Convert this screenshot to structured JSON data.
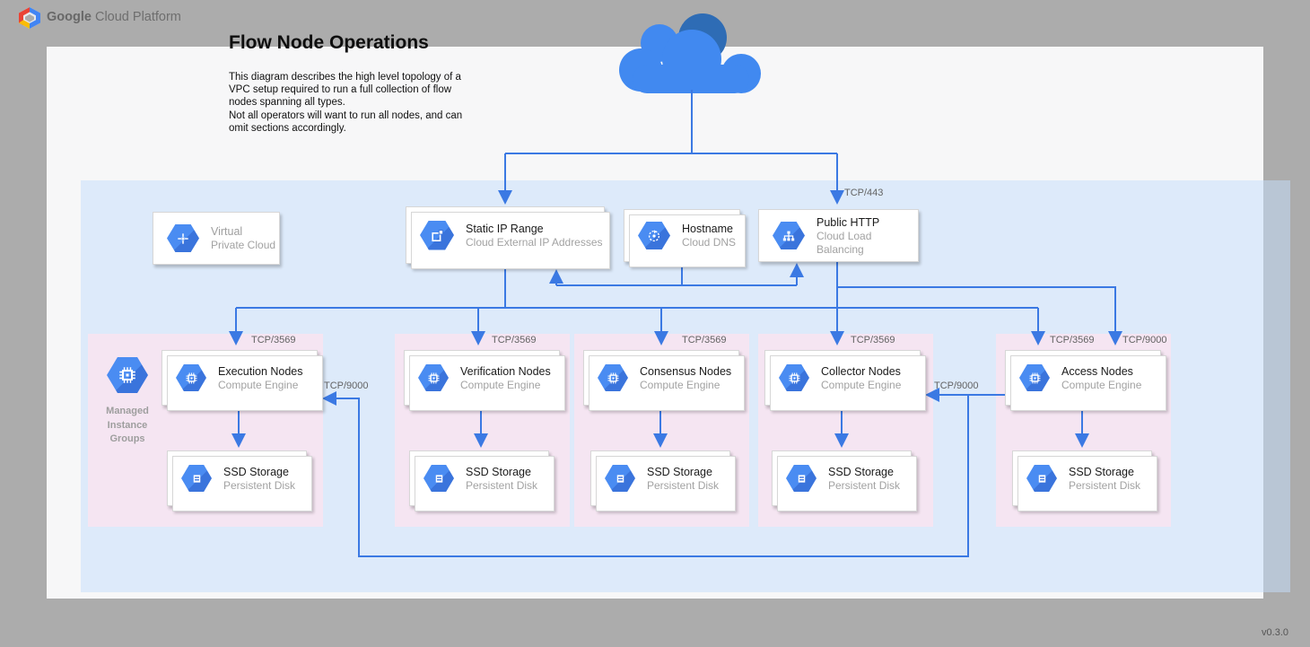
{
  "header": {
    "brand_bold": "Google",
    "brand_rest": " Cloud Platform"
  },
  "canvas": {
    "title": "Flow Node Operations",
    "description_p1": "This diagram describes the high level topology of a VPC setup required to run a full collection of flow nodes spanning all types.",
    "description_p2": "Not all operators will want to run all nodes, and can omit sections accordingly.",
    "version": "v0.3.0"
  },
  "vpc_box": {
    "line1": "Virtual",
    "line2": "Private Cloud"
  },
  "services": {
    "static_ip": {
      "title": "Static IP Range",
      "subtitle": "Cloud External IP Addresses"
    },
    "hostname": {
      "title": "Hostname",
      "subtitle": "Cloud DNS"
    },
    "public_http": {
      "title": "Public HTTP",
      "subtitle": "Cloud Load Balancing"
    }
  },
  "mig": {
    "line1": "Managed",
    "line2": "Instance",
    "line3": "Groups"
  },
  "groups": [
    {
      "node_title": "Execution Nodes",
      "node_subtitle": "Compute Engine",
      "ssd_title": "SSD Storage",
      "ssd_subtitle": "Persistent Disk"
    },
    {
      "node_title": "Verification Nodes",
      "node_subtitle": "Compute Engine",
      "ssd_title": "SSD Storage",
      "ssd_subtitle": "Persistent Disk"
    },
    {
      "node_title": "Consensus Nodes",
      "node_subtitle": "Compute Engine",
      "ssd_title": "SSD Storage",
      "ssd_subtitle": "Persistent Disk"
    },
    {
      "node_title": "Collector Nodes",
      "node_subtitle": "Compute Engine",
      "ssd_title": "SSD Storage",
      "ssd_subtitle": "Persistent Disk"
    },
    {
      "node_title": "Access Nodes",
      "node_subtitle": "Compute Engine",
      "ssd_title": "SSD Storage",
      "ssd_subtitle": "Persistent Disk"
    }
  ],
  "ports": {
    "https": "TCP/443",
    "flow": "TCP/3569",
    "collection": "TCP/9000"
  },
  "icons": {
    "logo": "gcp-hexagon-logo",
    "cloud": "public-internet-cloud",
    "vpc": "virtual-private-cloud-hexagon",
    "static_ip": "external-ip-hexagon",
    "hostname": "cloud-dns-hexagon",
    "public_http": "load-balancer-hexagon",
    "compute": "compute-engine-hexagon",
    "ssd": "persistent-disk-hexagon",
    "mig": "managed-instance-group-hexagon"
  },
  "colors": {
    "frame_gray": "#acacac",
    "canvas_white": "#f7f7f8",
    "vpc_blue": "#dcebf9",
    "group_pink": "#f5e5f2",
    "connector_blue": "#3b79e3",
    "hexagon_blue": "#4285f4",
    "cloud_light": "#4189f0",
    "cloud_dark": "#2e6cb5",
    "muted_text": "#9e9e9e"
  }
}
